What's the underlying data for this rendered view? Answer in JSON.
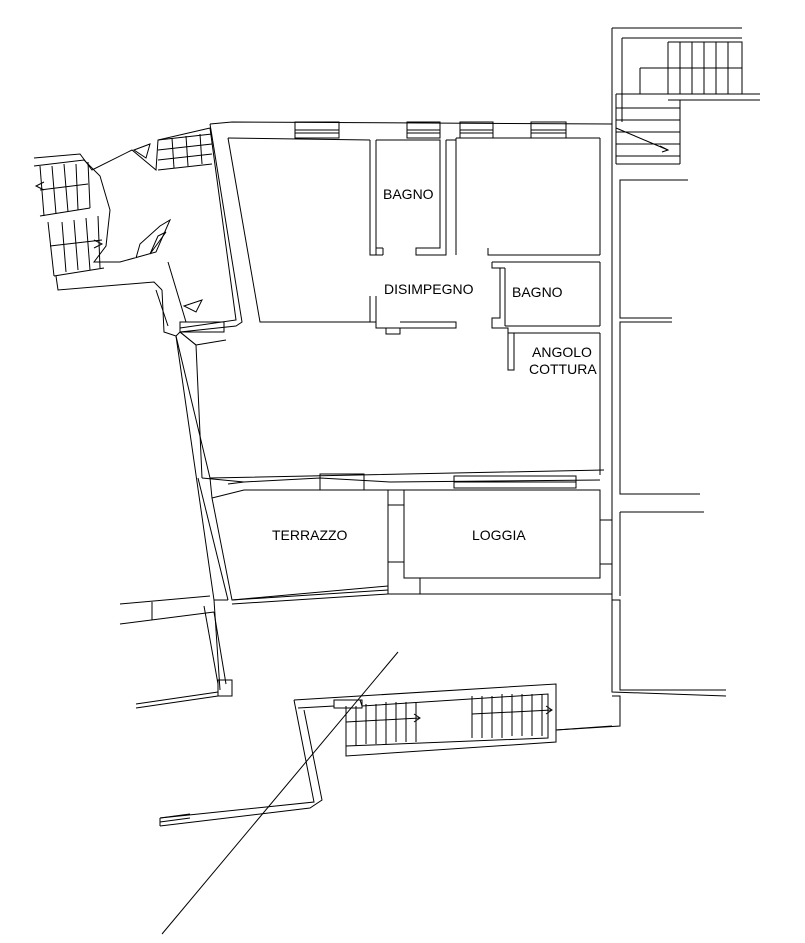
{
  "rooms": {
    "bagno_1": "BAGNO",
    "disimpegno": "DISIMPEGNO",
    "bagno_2": "BAGNO",
    "angolo_cottura_1": "ANGOLO",
    "angolo_cottura_2": "COTTURA",
    "terrazzo": "TERRAZZO",
    "loggia": "LOGGIA"
  },
  "colors": {
    "line": "#000000",
    "background": "#ffffff"
  }
}
